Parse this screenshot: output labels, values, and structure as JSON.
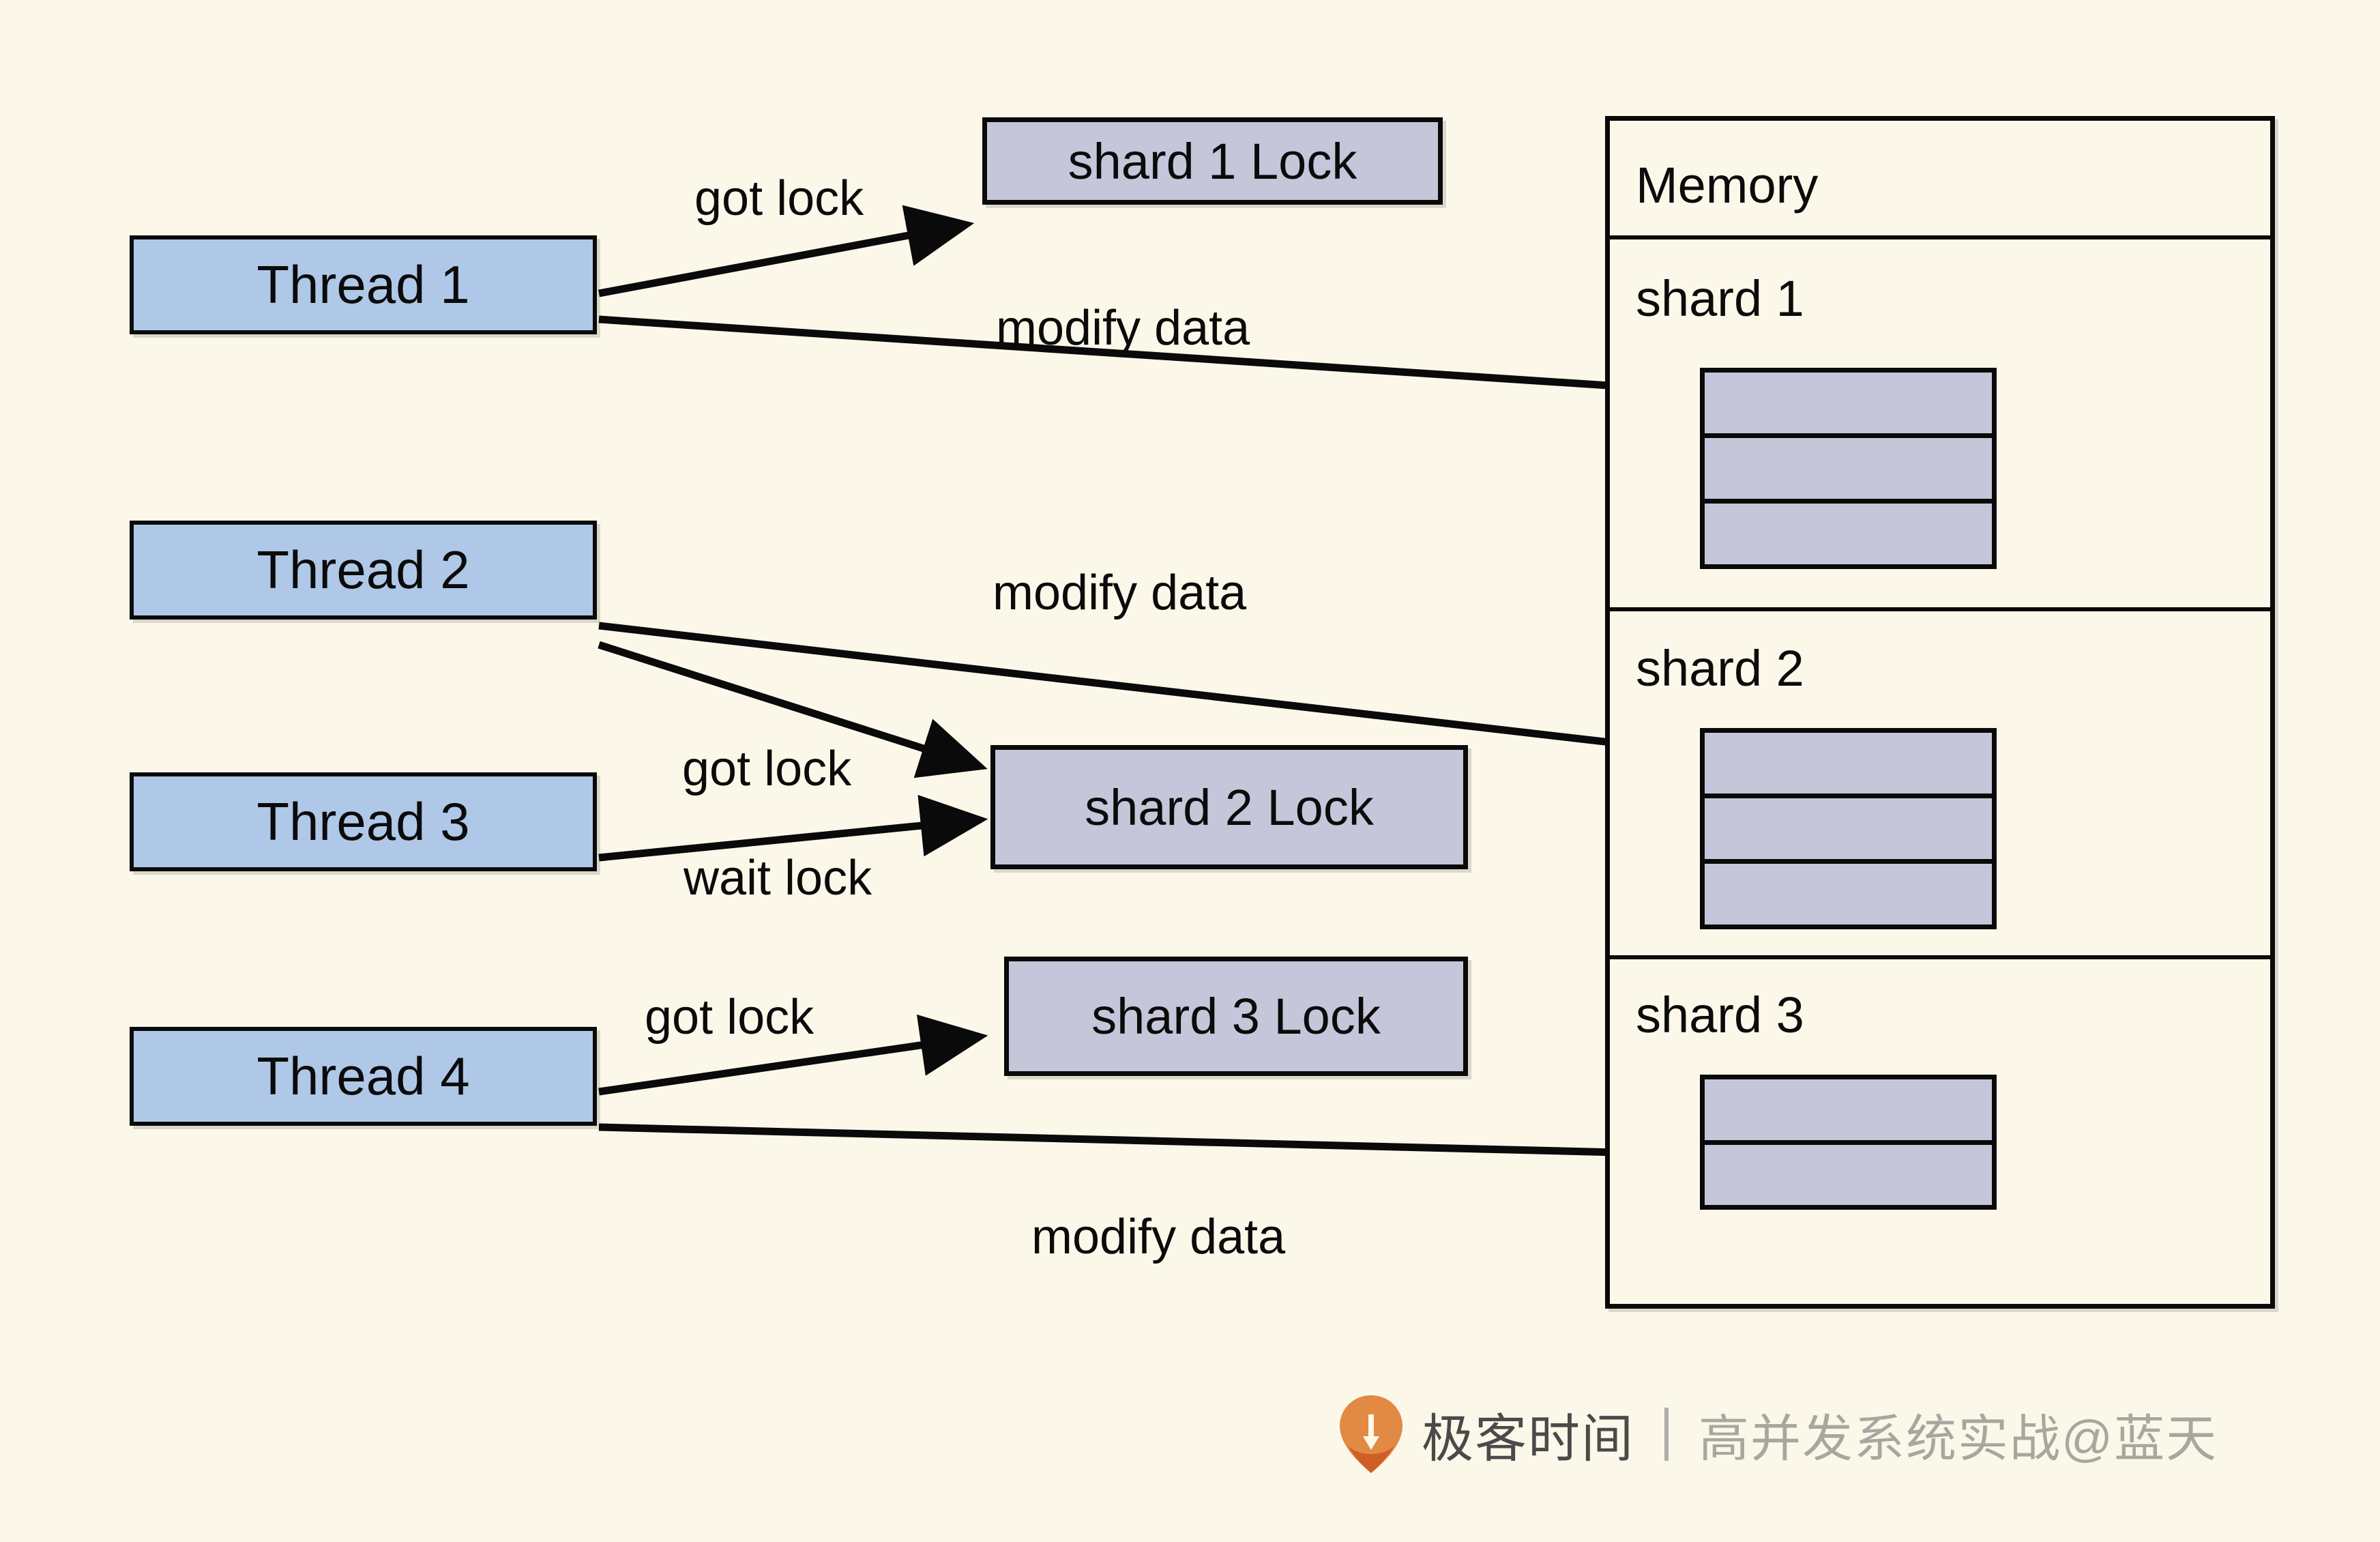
{
  "diagram": {
    "title": "Sharded lock concurrency diagram",
    "background_color": "#FBF8EA",
    "thread_fill": "#AFC8E8",
    "lock_fill": "#C6C6DA",
    "stroke_color": "#0A0A0A"
  },
  "threads": [
    {
      "label": "Thread 1"
    },
    {
      "label": "Thread 2"
    },
    {
      "label": "Thread 3"
    },
    {
      "label": "Thread 4"
    }
  ],
  "locks": [
    {
      "label": "shard 1 Lock"
    },
    {
      "label": "shard 2 Lock"
    },
    {
      "label": "shard 3 Lock"
    }
  ],
  "memory": {
    "title": "Memory",
    "shards": [
      {
        "label": "shard 1",
        "rows": 3
      },
      {
        "label": "shard 2",
        "rows": 3
      },
      {
        "label": "shard 3",
        "rows": 2
      }
    ]
  },
  "edges": [
    {
      "id": "t1-lock1",
      "label": "got lock"
    },
    {
      "id": "t1-shard1",
      "label": "modify data"
    },
    {
      "id": "t2-shard2",
      "label": "modify data"
    },
    {
      "id": "t2-lock2",
      "label": "got lock"
    },
    {
      "id": "t3-lock2",
      "label": "wait lock"
    },
    {
      "id": "t4-lock3",
      "label": "got lock"
    },
    {
      "id": "t4-shard3",
      "label": "modify data"
    }
  ],
  "branding": {
    "brand": "极客时间",
    "course": "高并发系统实战@蓝天",
    "logo_color_top": "#E8944A",
    "logo_color_bottom": "#D2622A",
    "brand_color": "#4A4A4A",
    "course_color": "#A8A79F"
  }
}
